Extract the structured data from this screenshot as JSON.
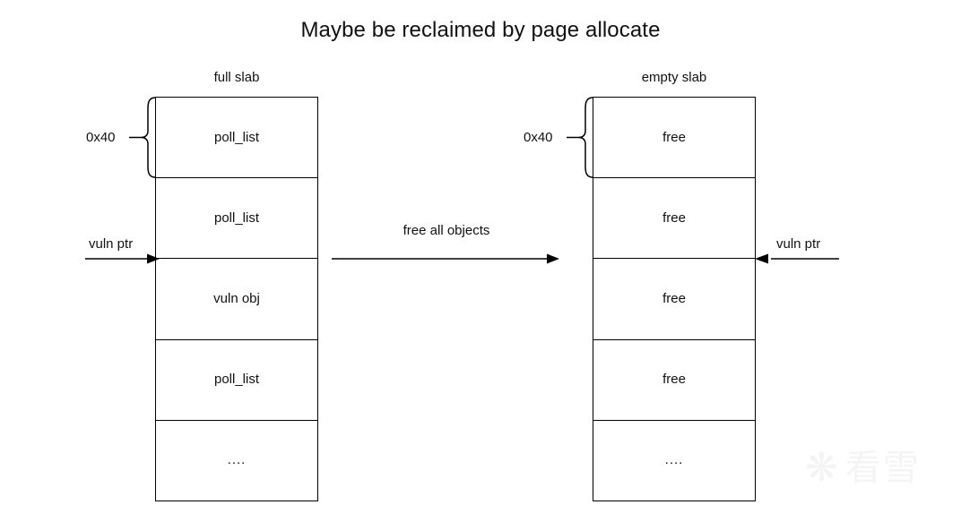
{
  "title": "Maybe be reclaimed by page allocate",
  "left_slab": {
    "caption": "full slab",
    "size_label": "0x40",
    "cells": [
      {
        "label": "poll_list"
      },
      {
        "label": "poll_list"
      },
      {
        "label": "vuln obj"
      },
      {
        "label": "poll_list"
      },
      {
        "label": "...."
      }
    ],
    "pointer_label": "vuln ptr"
  },
  "right_slab": {
    "caption": "empty slab",
    "size_label": "0x40",
    "cells": [
      {
        "label": "free"
      },
      {
        "label": "free"
      },
      {
        "label": "free"
      },
      {
        "label": "free"
      },
      {
        "label": "...."
      }
    ],
    "pointer_label": "vuln ptr"
  },
  "transition": {
    "label": "free all objects"
  },
  "watermark": {
    "mark": "❋",
    "text": "看雪"
  },
  "colors": {
    "stroke": "#000000",
    "text": "#111111",
    "background": "#ffffff",
    "watermark": "#f4f4f4"
  }
}
